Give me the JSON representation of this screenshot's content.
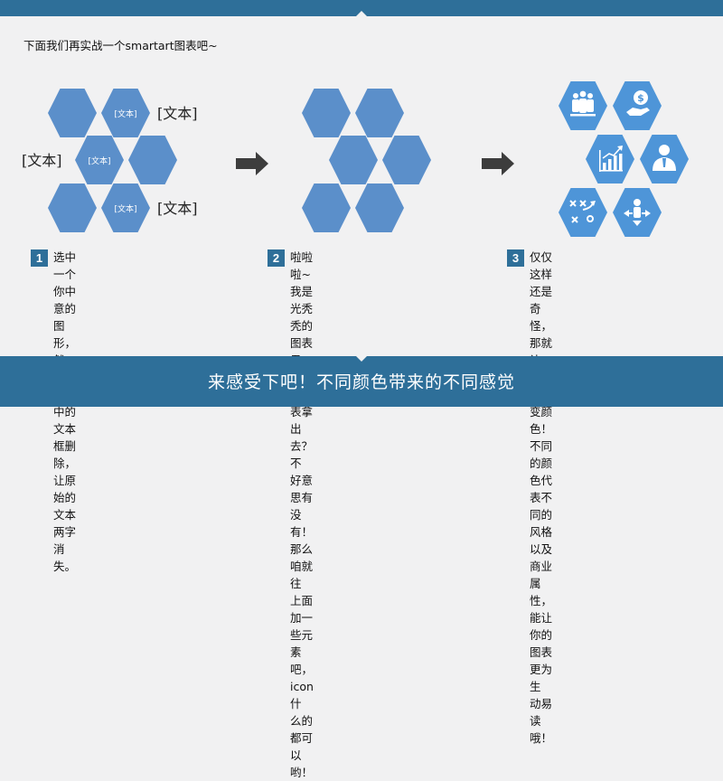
{
  "colors": {
    "accent": "#2e6f99",
    "hex_fill": "#5b8fca",
    "hex_fill_icons": "#4e95d8",
    "background": "#f1f1f2"
  },
  "heading": "下面我们再实战一个smartart图表吧~",
  "panel1": {
    "small_labels": [
      "[文本]",
      "[文本]",
      "[文本]"
    ],
    "big_labels": [
      "[文本]",
      "[文本]",
      "[文本]"
    ]
  },
  "panel3": {
    "icons": [
      "group-icon",
      "money-hand-icon",
      "growth-chart-icon",
      "businessman-icon",
      "strategy-play-icon",
      "person-arrows-icon"
    ]
  },
  "steps": [
    {
      "num": "1",
      "text": "选中一个你中意的图形，然\n后将图像中的文本框删除，\n让原始的文本两字消失。"
    },
    {
      "num": "2",
      "text": "啦啦啦~我是光秃秃的图表\n君，这样的图表拿出去？不\n好意思有没有！那么咱就往\n上面加一些元素吧，icon什\n么的都可以哟！"
    },
    {
      "num": "3",
      "text": "仅仅这样还是奇怪，那就让\n我们来改变颜色！不同的颜\n色代表不同的风格以及商业\n属性，能让你的图表更为生\n动易读哦！"
    }
  ],
  "footer": "来感受下吧！不同颜色带来的不同感觉"
}
